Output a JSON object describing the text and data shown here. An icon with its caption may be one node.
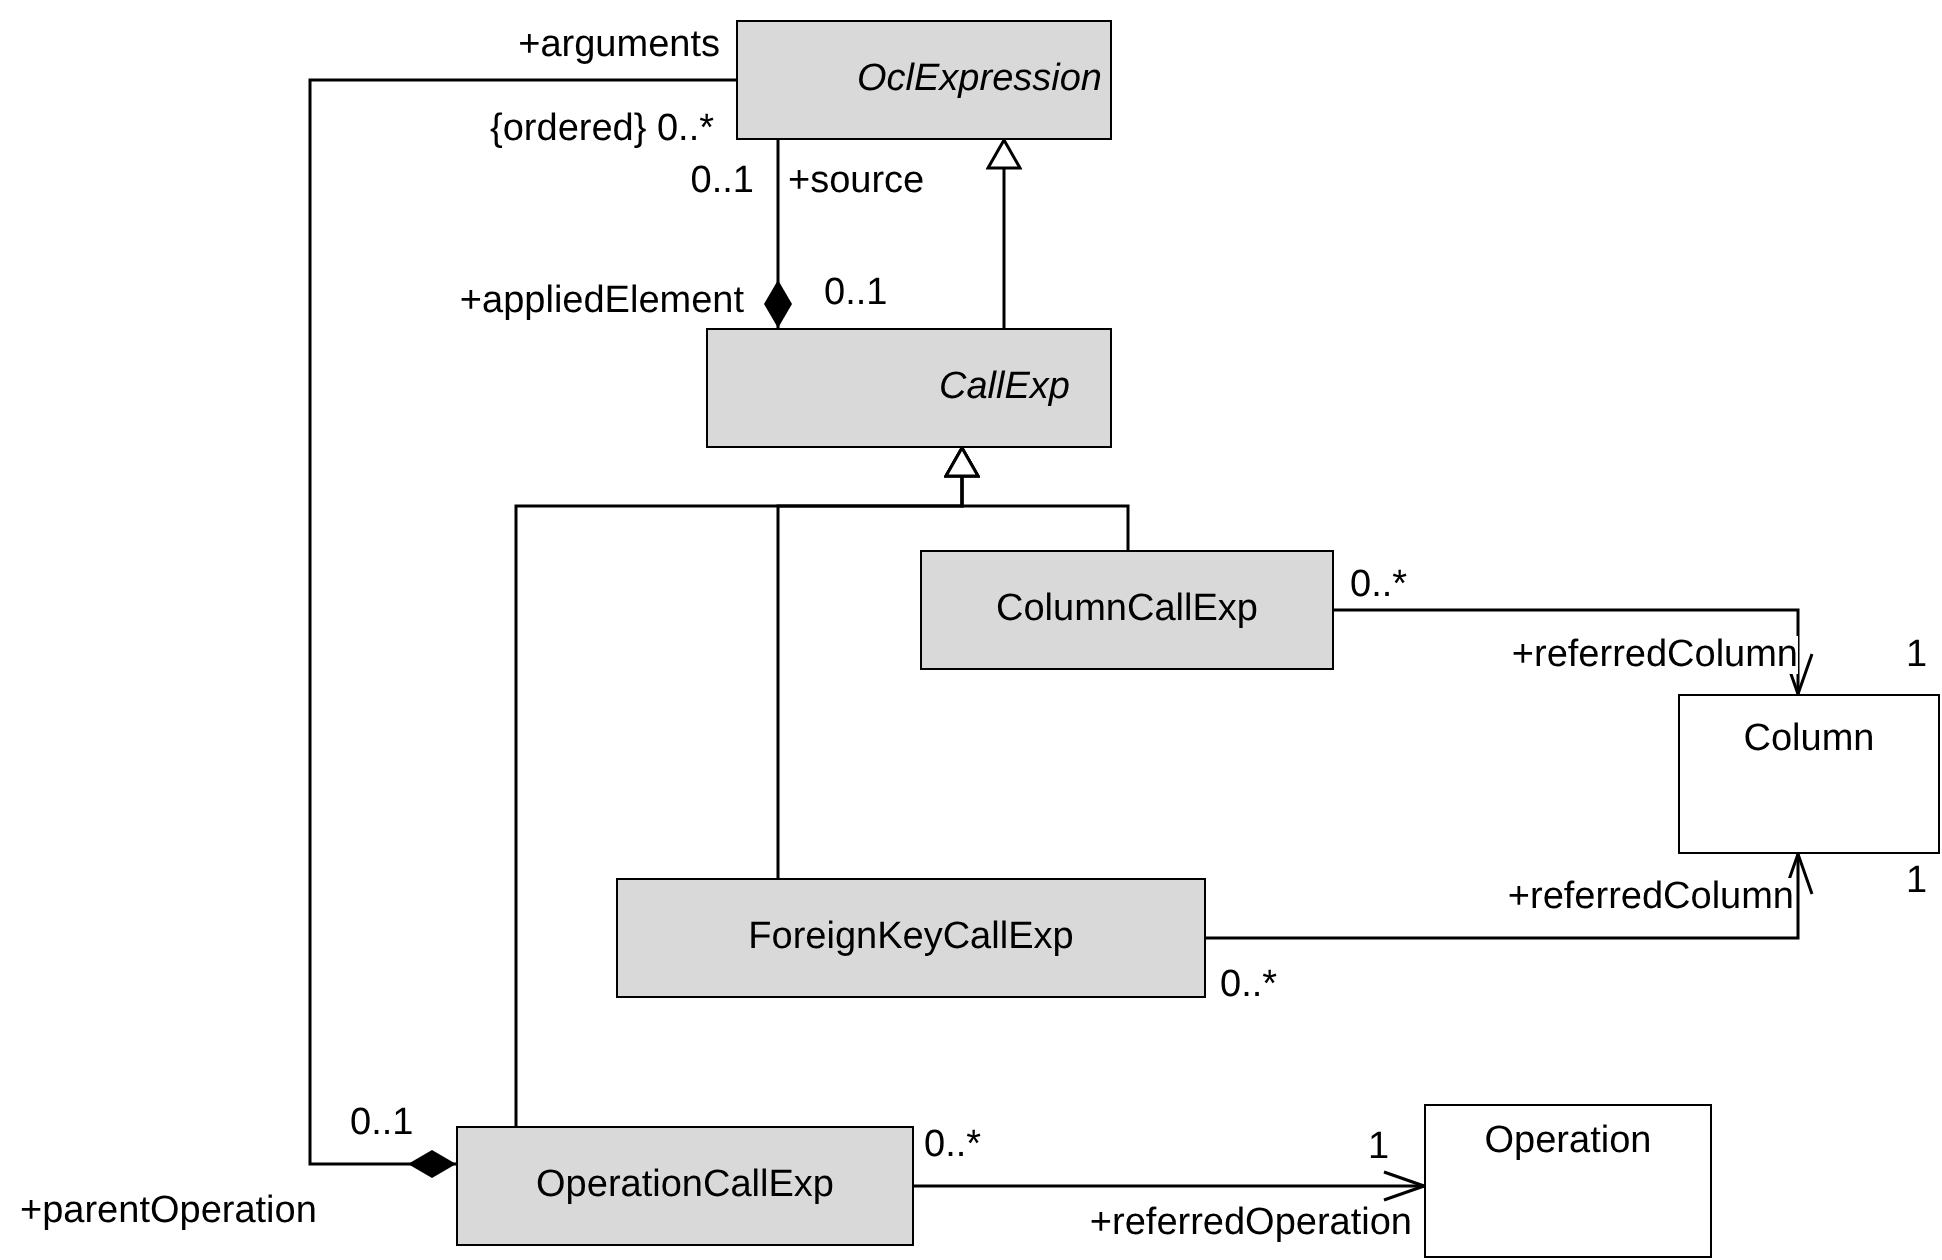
{
  "diagram": {
    "nodes": [
      {
        "text": [
          "OclExpression"
        ]
      },
      {
        "text": [
          "CallExp"
        ]
      },
      {
        "text": [
          "ColumnCallExp"
        ]
      },
      {
        "text": [
          "Column"
        ]
      },
      {
        "text": [
          "ForeignKeyCallExp"
        ]
      },
      {
        "text": [
          "OperationCallExp"
        ]
      },
      {
        "text": [
          "Operation"
        ]
      }
    ],
    "edges": [
      {
        "from": 0,
        "to": 5,
        "arrow": "other",
        "label": "+arguments"
      },
      {
        "from": 0,
        "to": 1,
        "arrow": "other",
        "label": "+appliedElement"
      },
      {
        "from": 1,
        "to": 0,
        "arrow": "to"
      },
      {
        "from": 2,
        "to": 1,
        "arrow": "to"
      },
      {
        "from": 4,
        "to": 1,
        "arrow": "to"
      },
      {
        "from": 5,
        "to": 1,
        "arrow": "to"
      },
      {
        "from": 2,
        "to": 3,
        "arrow": "to",
        "label": "+referredColumn"
      },
      {
        "from": 4,
        "to": 3,
        "arrow": "to",
        "label": "+referredColumn"
      },
      {
        "from": 5,
        "to": 6,
        "arrow": "to",
        "label": "+referredOperation"
      }
    ],
    "labels": [
      "{ordered} 0..*",
      "0..1",
      "+source",
      "0..1",
      "0..*",
      "1",
      "1",
      "0..*",
      "0..1",
      "0..*",
      "1",
      "+parentOperation"
    ]
  }
}
